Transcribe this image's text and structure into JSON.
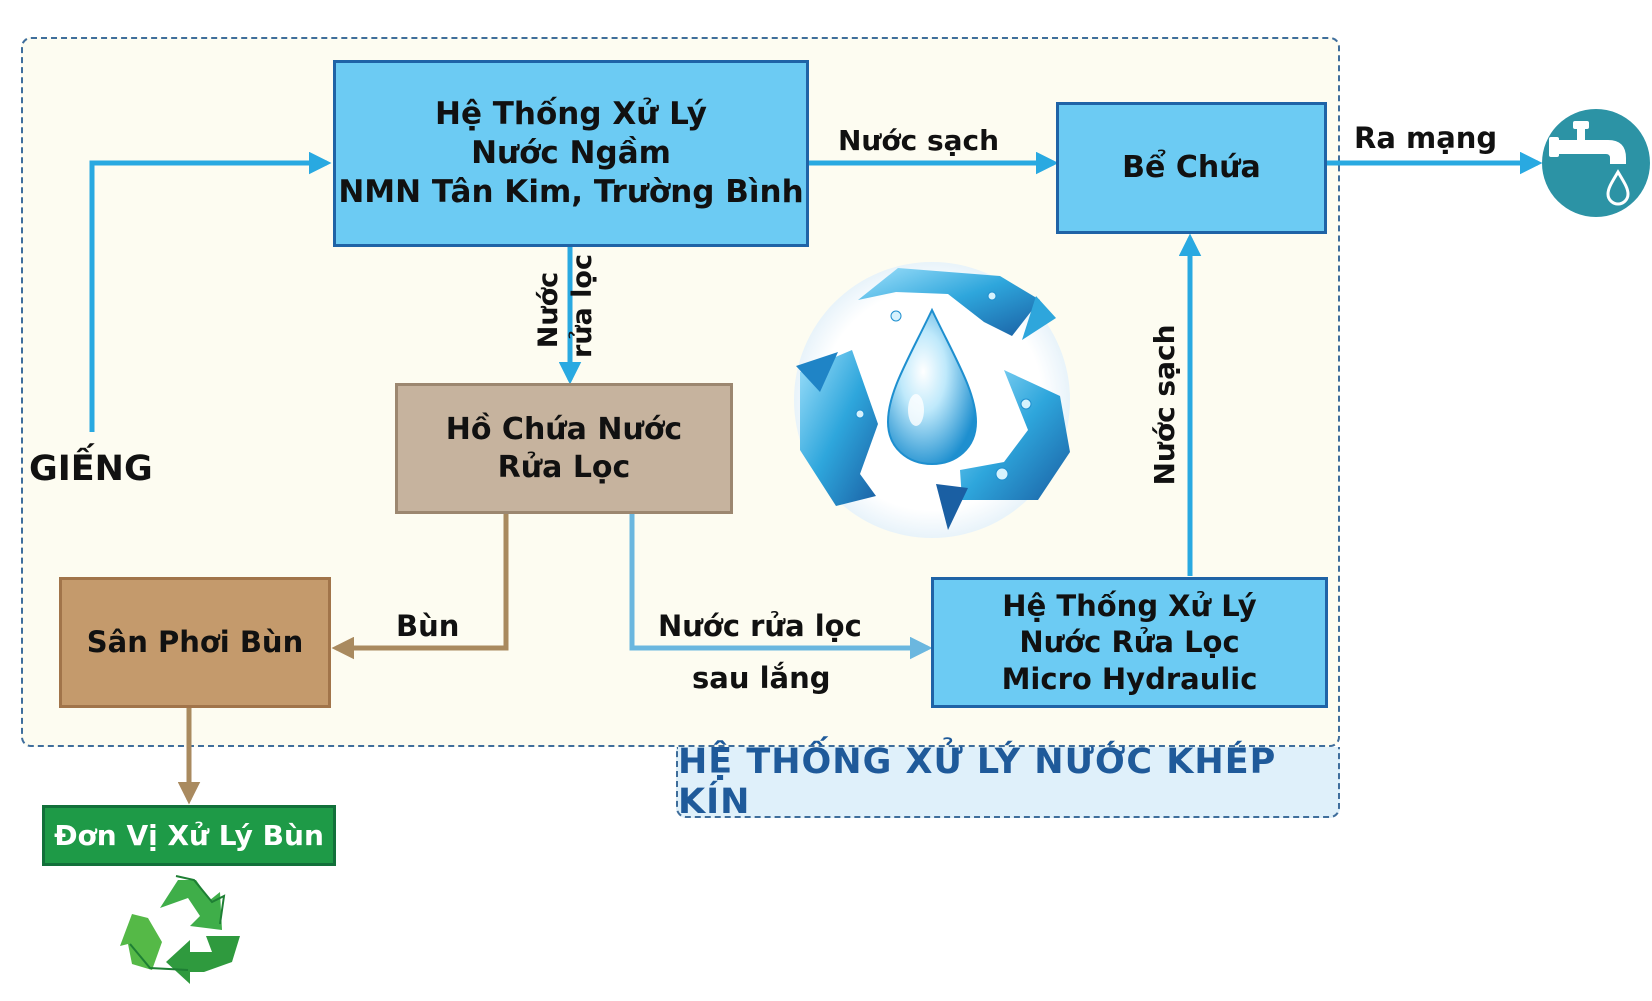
{
  "nodes": {
    "treatment_system": [
      "Hệ Thống Xử Lý",
      "Nước Ngầm",
      "NMN Tân Kim, Trường Bình"
    ],
    "storage_tank": "Bể Chứa",
    "backwash_pond": [
      "Hồ Chứa Nước",
      "Rửa Lọc"
    ],
    "sludge_bed": "Sân Phơi Bùn",
    "micro_hydraulic": [
      "Hệ Thống Xử Lý",
      "Nước Rửa Lọc",
      "Micro Hydraulic"
    ],
    "sludge_unit": "Đơn Vị Xử Lý Bùn",
    "well": "GIẾNG"
  },
  "edges": {
    "clean_water_top": "Nước sạch",
    "to_network": "Ra mạng",
    "backwash_water": [
      "Nước",
      "rửa lọc"
    ],
    "sludge": "Bùn",
    "settled_backwash": [
      "Nước rửa lọc",
      "sau lắng"
    ],
    "clean_water_side": "Nước sạch"
  },
  "legend": "HỆ THỐNG XỬ LÝ NƯỚC KHÉP KÍN",
  "icons": [
    "water-recycle-icon",
    "faucet-icon",
    "recycle-icon"
  ],
  "colors": {
    "blue_box": "#6ccbf3",
    "blue_border": "#1f63a6",
    "arrow_blue": "#29a9e1",
    "arrow_brown": "#a98a5f",
    "legend_text": "#1f5a9a",
    "green": "#1e9a47"
  }
}
